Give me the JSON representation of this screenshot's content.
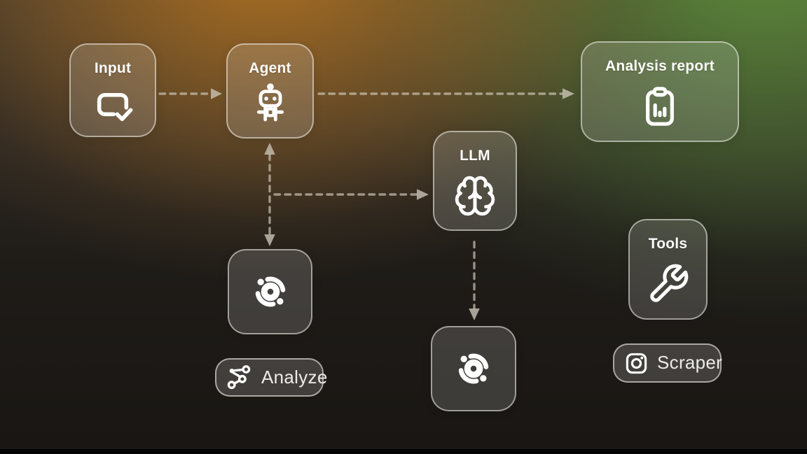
{
  "diagram": {
    "title_hidden": "",
    "accent_colors": {
      "background_warm": "#a3702a",
      "background_green": "#5d8440",
      "background_dark": "#191613",
      "node_fill": "rgba(255,255,255,0.155)",
      "node_border": "rgba(240,238,232,0.55)",
      "edge_color": "rgba(207,200,186,0.68)",
      "icon_color": "#ffffff"
    },
    "nodes": [
      {
        "id": "input",
        "label": "Input",
        "icon": "message-check-icon"
      },
      {
        "id": "agent",
        "label": "Agent",
        "icon": "robot-icon"
      },
      {
        "id": "analysis-report",
        "label": "Analysis report",
        "icon": "clipboard-chart-icon"
      },
      {
        "id": "llm",
        "label": "LLM",
        "icon": "brain-icon"
      },
      {
        "id": "tools",
        "label": "Tools",
        "icon": "wrench-icon"
      },
      {
        "id": "monitor-1",
        "label": "",
        "icon": "orbit-eye-icon"
      },
      {
        "id": "monitor-2",
        "label": "",
        "icon": "orbit-eye-icon"
      }
    ],
    "pills": [
      {
        "id": "analyze",
        "label": "Analyze",
        "icon": "graph-nodes-icon"
      },
      {
        "id": "scraper",
        "label": "Scraper",
        "icon": "instagram-icon"
      }
    ],
    "edges": [
      {
        "from": "input",
        "to": "agent",
        "style": "dashed-arrow"
      },
      {
        "from": "agent",
        "to": "analysis-report",
        "style": "dashed-arrow"
      },
      {
        "from": "agent",
        "to": "monitor-1",
        "style": "dashed-arrow-bidirectional"
      },
      {
        "from": "agent",
        "to": "llm",
        "style": "dashed-arrow"
      },
      {
        "from": "llm",
        "to": "monitor-2",
        "style": "dashed-arrow"
      }
    ]
  }
}
